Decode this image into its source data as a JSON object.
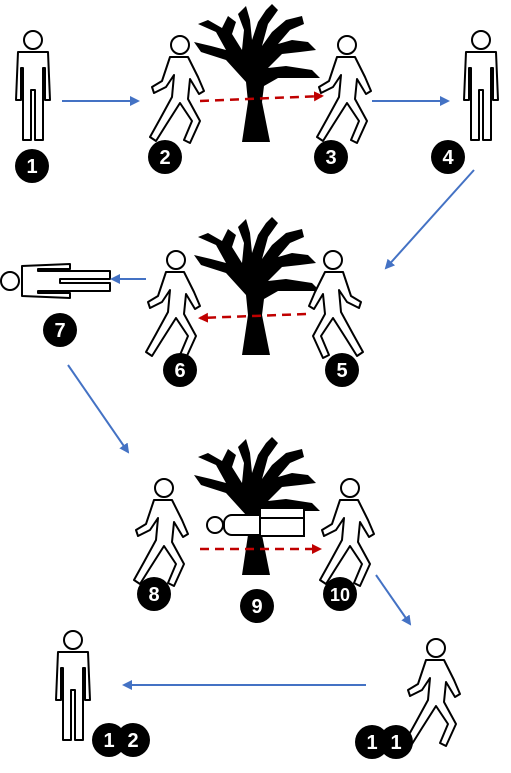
{
  "colors": {
    "flow_arrow": "#4472C4",
    "pass_arrow": "#C00000",
    "badge_fill": "#000000",
    "badge_text": "#FFFFFF",
    "figure_stroke": "#000000",
    "tree_fill": "#000000"
  },
  "icons": {
    "person": "standing-person-icon",
    "walker": "walking-person-icon",
    "lying": "lying-person-icon",
    "tree": "bare-tree-icon",
    "box": "box-icon"
  },
  "steps": [
    {
      "label": "1"
    },
    {
      "label": "2"
    },
    {
      "label": "3"
    },
    {
      "label": "4"
    },
    {
      "label": "5"
    },
    {
      "label": "6"
    },
    {
      "label": "7"
    },
    {
      "label": "8"
    },
    {
      "label": "9"
    },
    {
      "label": "10"
    },
    {
      "label": "1",
      "label2": "1"
    },
    {
      "label": "1",
      "label2": "2"
    }
  ]
}
